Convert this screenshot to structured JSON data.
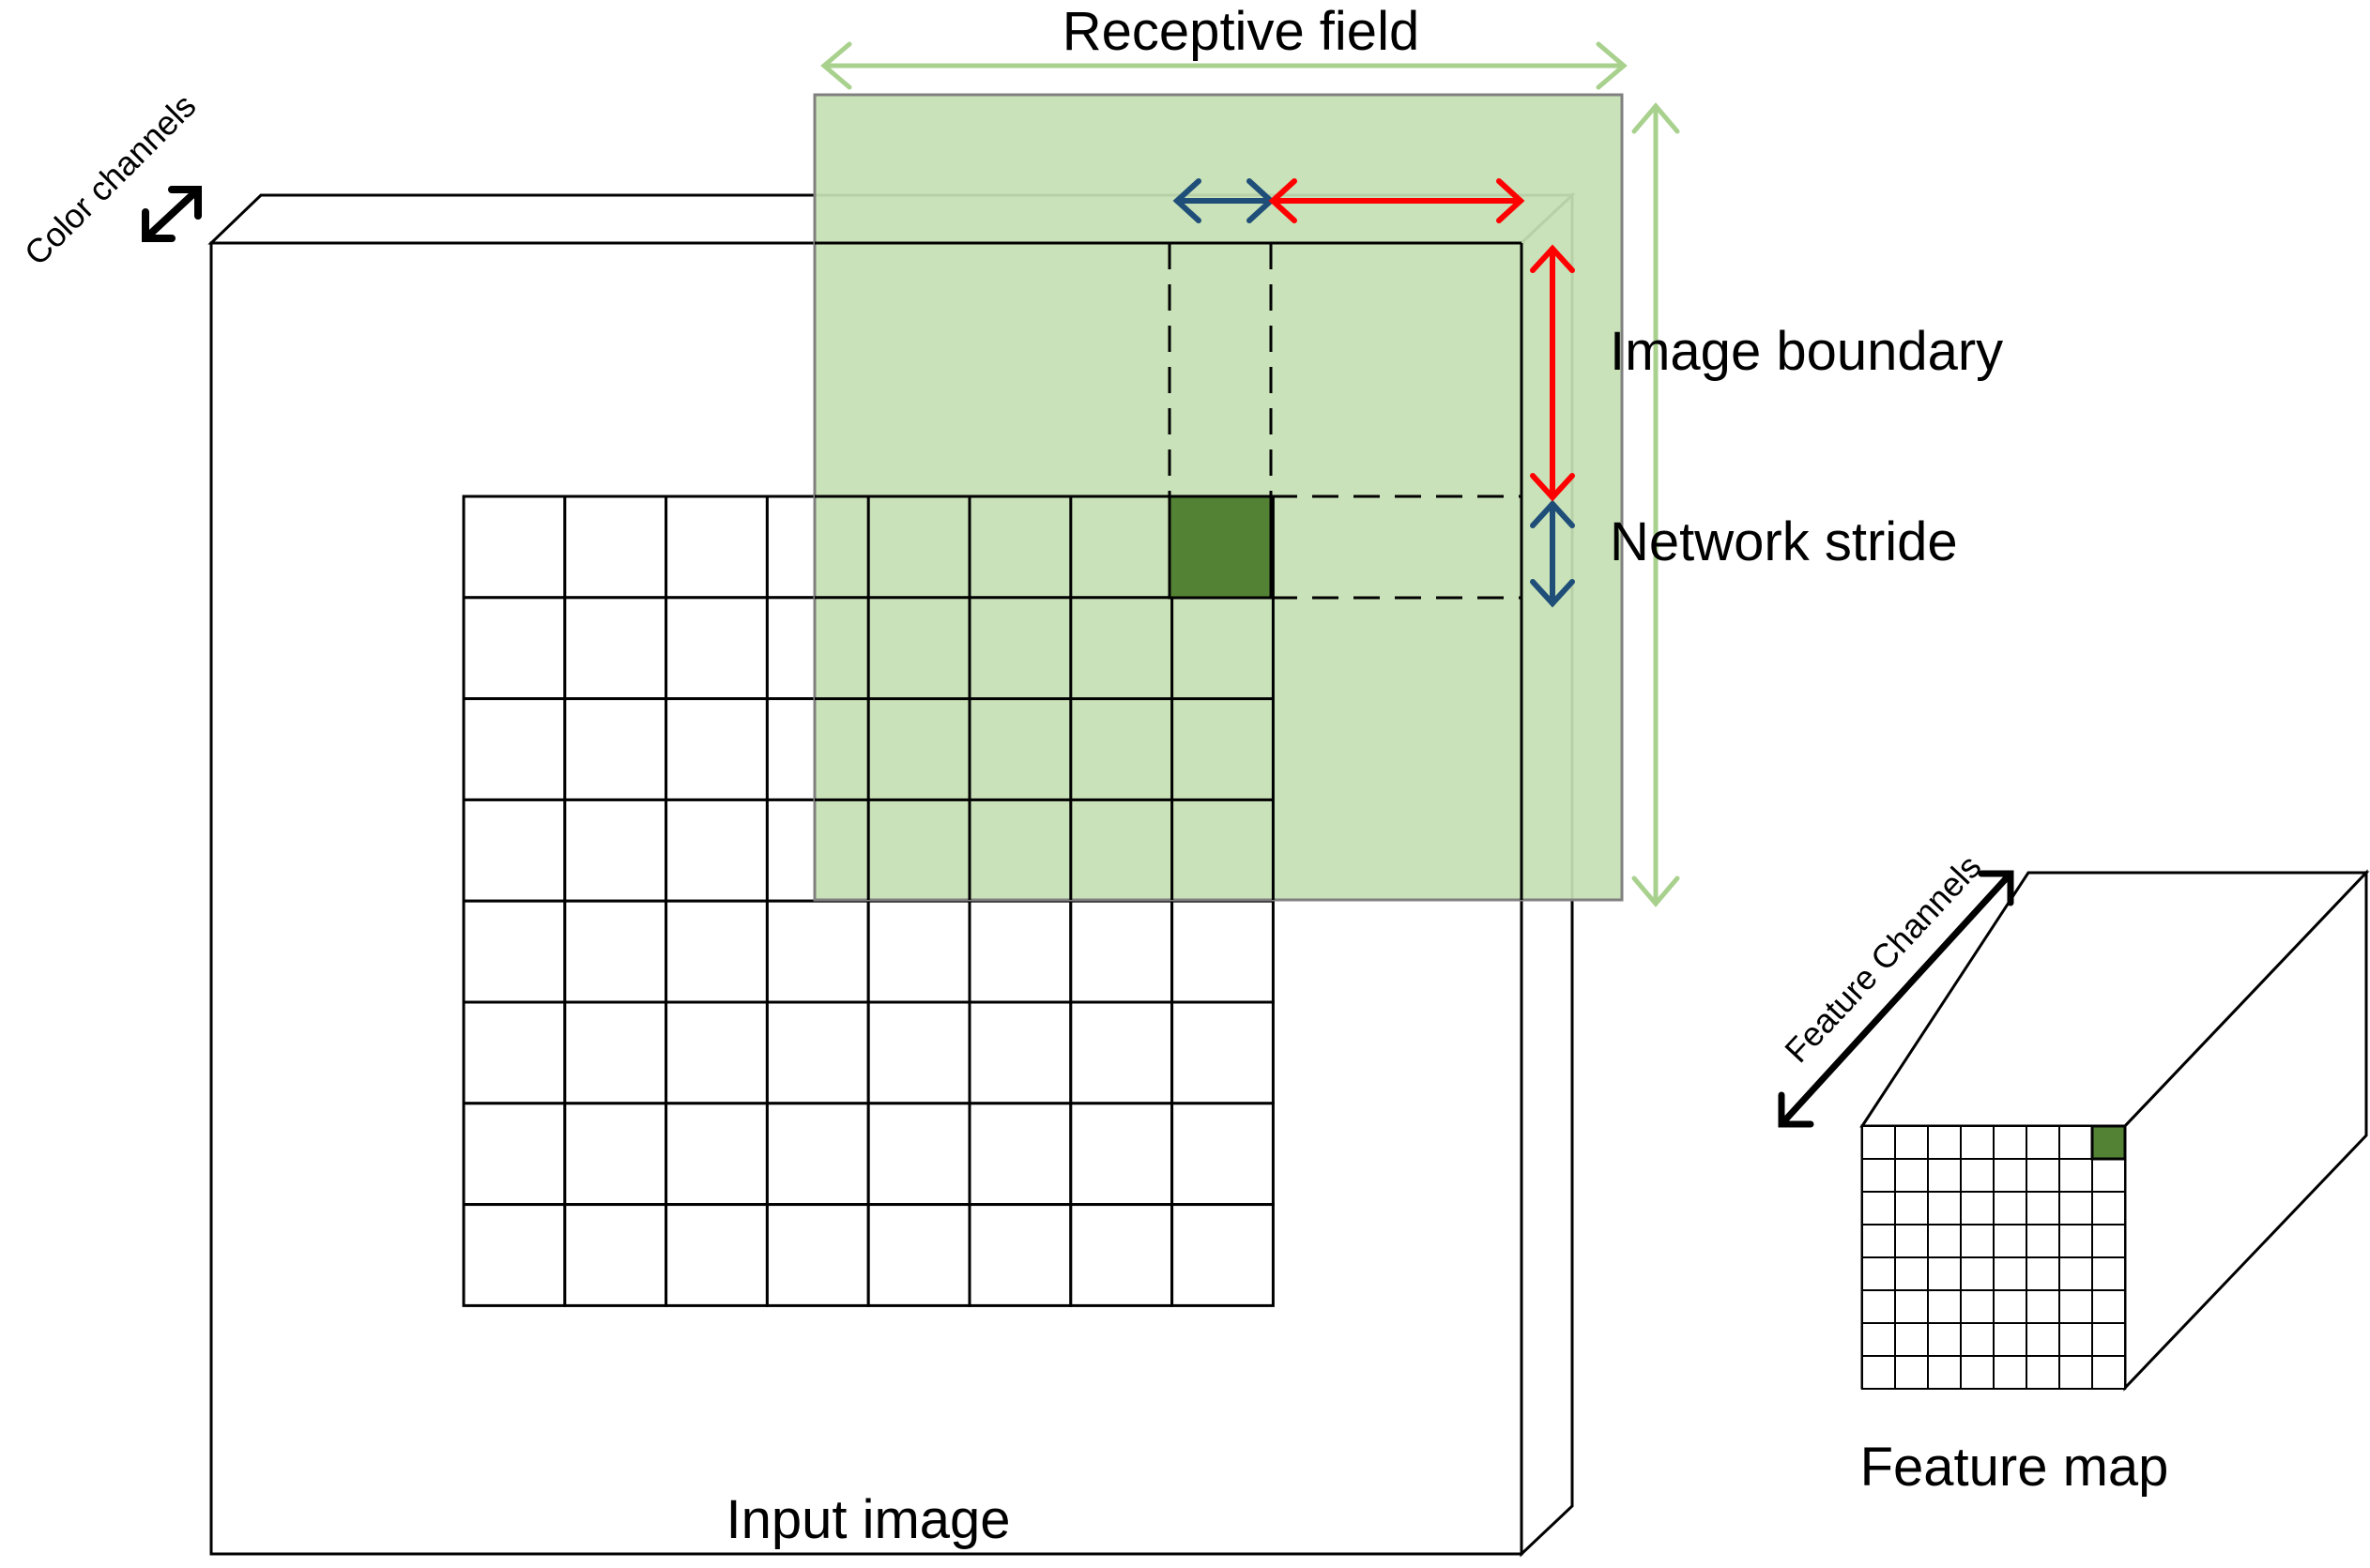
{
  "labels": {
    "receptive_field": "Receptive field",
    "color_channels": "Color channels",
    "image_boundary": "Image boundary",
    "network_stride": "Network stride",
    "input_image": "Input image",
    "feature_channels": "Feature Channels",
    "feature_map": "Feature map"
  },
  "grid": {
    "input_rows": 8,
    "input_cols": 8,
    "feature_rows": 8,
    "feature_cols": 8
  },
  "colors": {
    "receptive_fill": "#c6e0b4",
    "receptive_edge": "#808080",
    "highlight_cell": "#548235",
    "receptive_arrow": "#a9d18e",
    "stride_arrow": "#1f4e79",
    "boundary_arrow": "#ff0000",
    "line": "#000000"
  }
}
